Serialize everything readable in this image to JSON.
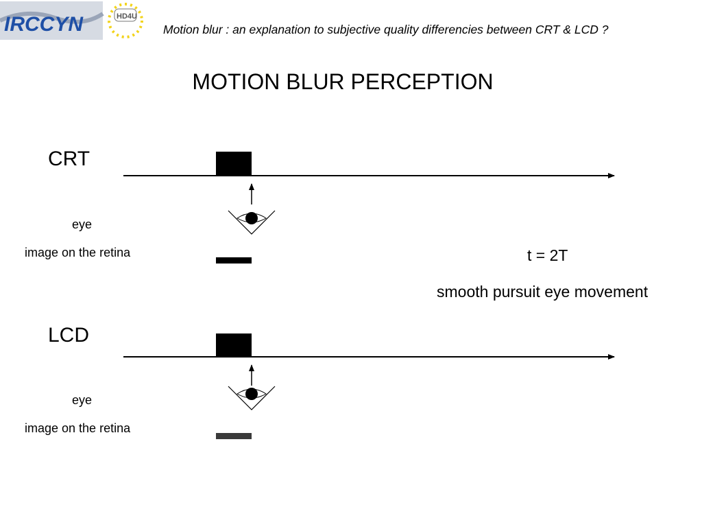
{
  "header": {
    "title": "Motion blur : an explanation to subjective quality differencies between CRT & LCD ?",
    "logo_text": "IRCCYN",
    "logo_badge": "HD4U"
  },
  "slide": {
    "title": "MOTION BLUR PERCEPTION"
  },
  "crt": {
    "label": "CRT",
    "eye_label": "eye",
    "retina_label": "image on the retina"
  },
  "lcd": {
    "label": "LCD",
    "eye_label": "eye",
    "retina_label": "image on the retina"
  },
  "annotations": {
    "time": "t = 2T",
    "movement": "smooth pursuit eye movement"
  },
  "colors": {
    "logo_blue": "#1e4fa6",
    "logo_gray": "#c8cdd6",
    "star_yellow": "#f2d31b",
    "object_fill": "#000000",
    "crt_retina_fill": "#000000",
    "lcd_retina_fill": "#3a3a3a"
  }
}
